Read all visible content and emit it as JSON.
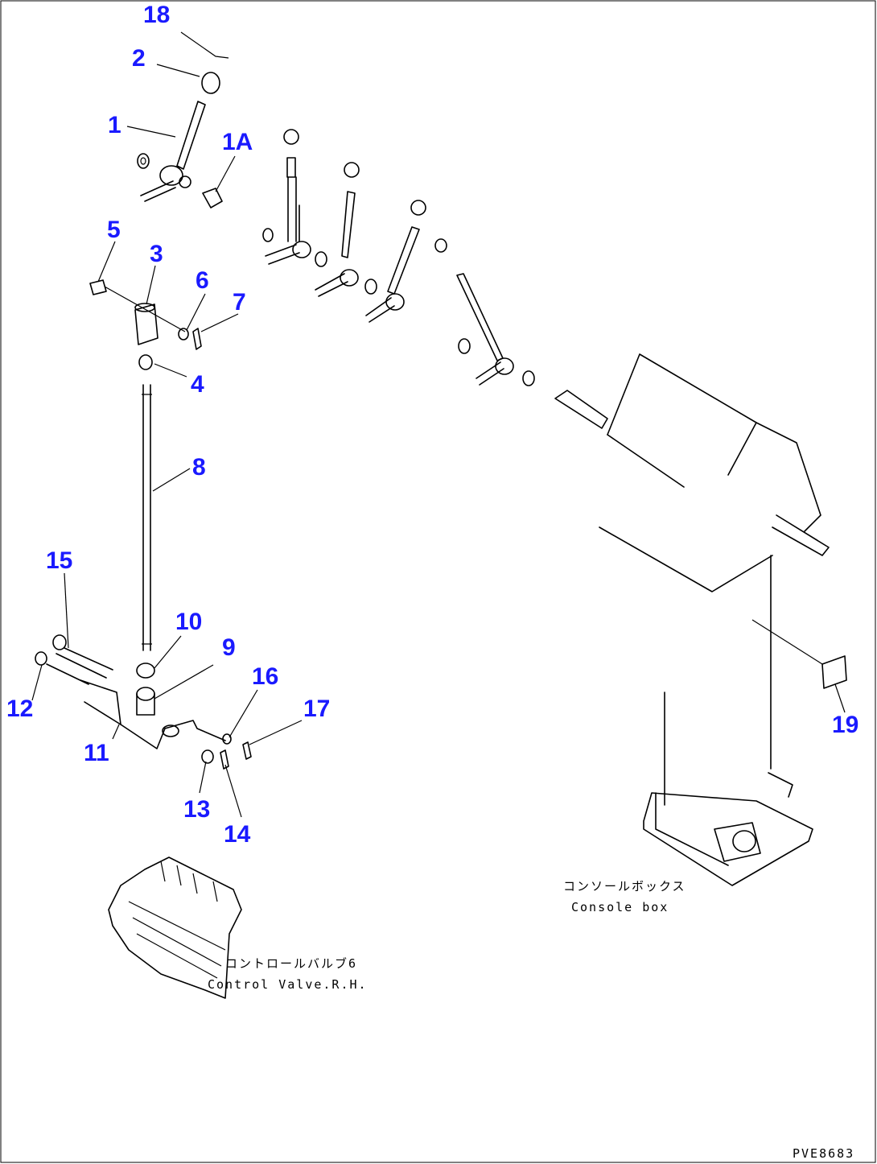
{
  "diagram": {
    "part_labels": {
      "l18": "18",
      "l2": "2",
      "l1": "1",
      "l1a": "1A",
      "l5": "5",
      "l3": "3",
      "l6": "6",
      "l7": "7",
      "l4": "4",
      "l8": "8",
      "l15": "15",
      "l10": "10",
      "l9": "9",
      "l16": "16",
      "l17": "17",
      "l12": "12",
      "l11": "11",
      "l13": "13",
      "l14": "14",
      "l19": "19"
    },
    "captions": {
      "console_jp": "コンソールボックス",
      "console_en": "Console box",
      "valve_jp": "コントロールバルブ6",
      "valve_en": "Control Valve.R.H."
    },
    "drawing_code": "PVE8683"
  }
}
